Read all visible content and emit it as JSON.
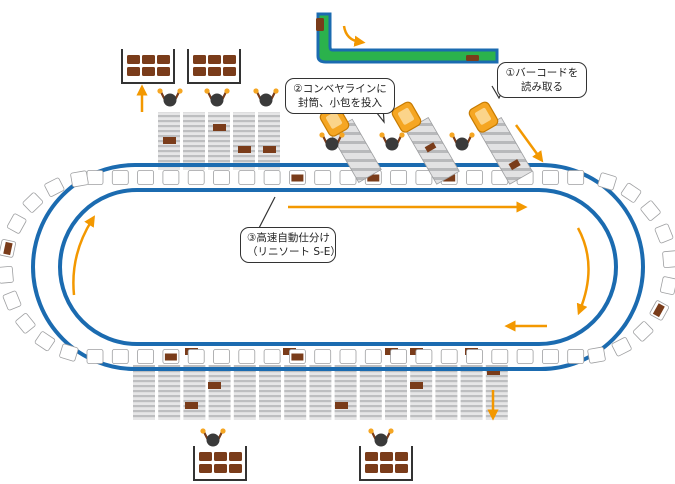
{
  "labels": {
    "scanner": [
      "①バーコードを",
      "読み取る"
    ],
    "inducer": [
      "②コンベヤラインに",
      "封筒、小包を投入"
    ],
    "sorter": [
      "③高速自動仕分け",
      "（リニソート S-E）"
    ]
  },
  "colors": {
    "loop_blue": "#1b6bb0",
    "arrow_orange": "#f39800",
    "parcel_brown": "#7a3c1a",
    "scanner_yellow": "#f5a623",
    "intake_green": "#2bb24c",
    "chute_gray": "#cfd0d2"
  }
}
